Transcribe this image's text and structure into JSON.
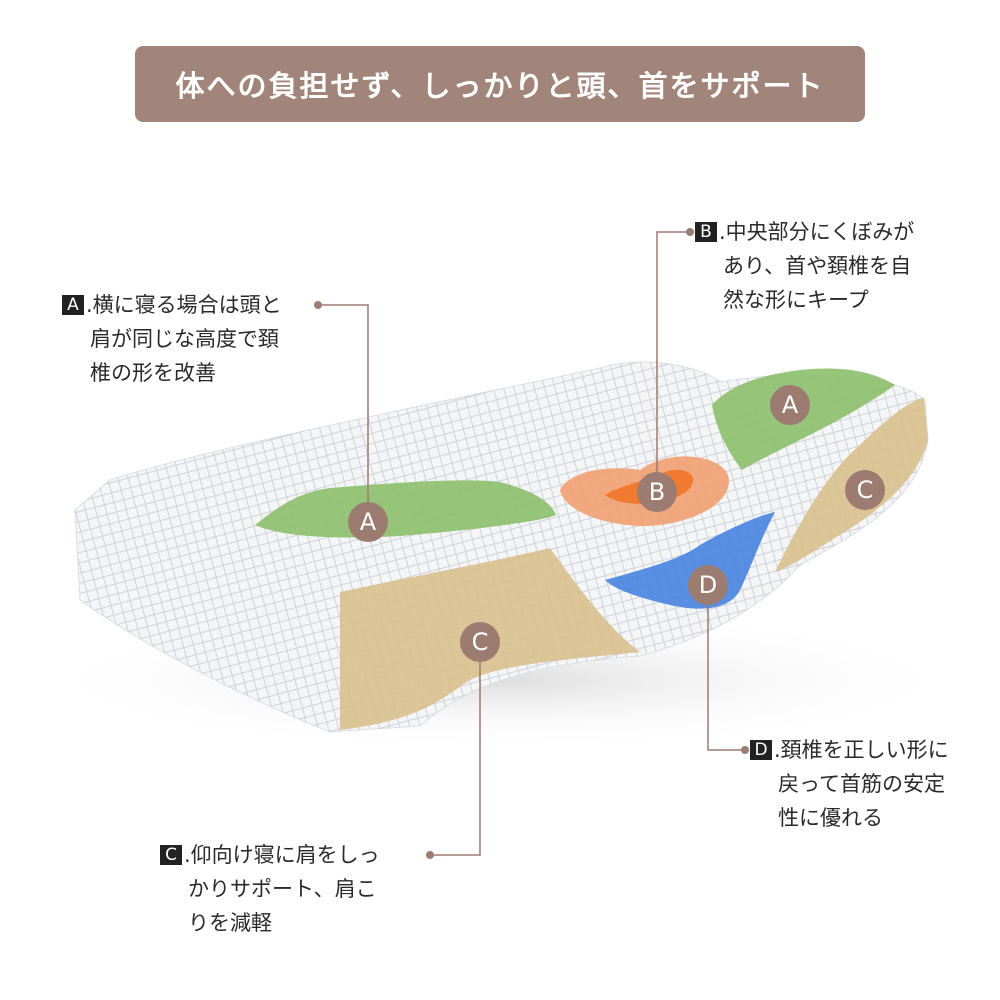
{
  "banner": {
    "title": "体への負担せず、しっかりと頭、首をサポート"
  },
  "colors": {
    "accent": "#a1857a",
    "zone_a": "#8cbf6a",
    "zone_b": "#f2a070",
    "zone_c": "#d9c08e",
    "zone_d": "#4a86e0"
  },
  "notes": {
    "a": {
      "tag": "A",
      "lines": [
        ".横に寝る場合は頭と",
        "肩が同じな高度で頚",
        "椎の形を改善"
      ]
    },
    "b": {
      "tag": "B",
      "lines": [
        ".中央部分にくぼみが",
        "あり、首や頚椎を自",
        "然な形にキープ"
      ]
    },
    "c": {
      "tag": "C",
      "lines": [
        ".仰向け寝に肩をしっ",
        "かりサポート、肩こ",
        "りを減軽"
      ]
    },
    "d": {
      "tag": "D",
      "lines": [
        ".頚椎を正しい形に",
        "戻って首筋の安定",
        "性に優れる"
      ]
    }
  },
  "markers": {
    "a": "A",
    "b": "B",
    "c": "C",
    "d": "D"
  }
}
